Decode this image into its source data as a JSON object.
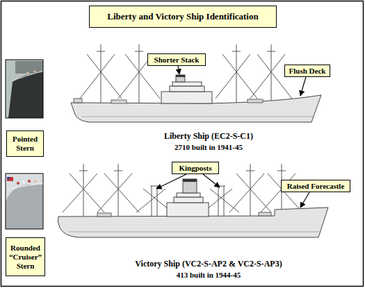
{
  "diagram": {
    "title": "Liberty and Victory Ship Identification",
    "nodes": [
      {
        "text": [
          "Shorter Stack"
        ]
      },
      {
        "text": [
          "Flush Deck"
        ]
      },
      {
        "text": [
          "Pointed Stern"
        ]
      },
      {
        "text": [
          "Kingposts"
        ]
      },
      {
        "text": [
          "Raised Forecastle"
        ]
      },
      {
        "text": [
          "Rounded “Cruiser” Stern"
        ]
      }
    ],
    "labels": [
      "Liberty Ship (EC2-S-C1)",
      "2710 built in 1941-45",
      "Victory Ship (VC2-S-AP2 & VC2-S-AP3)",
      "413 built in 1944-45"
    ]
  }
}
